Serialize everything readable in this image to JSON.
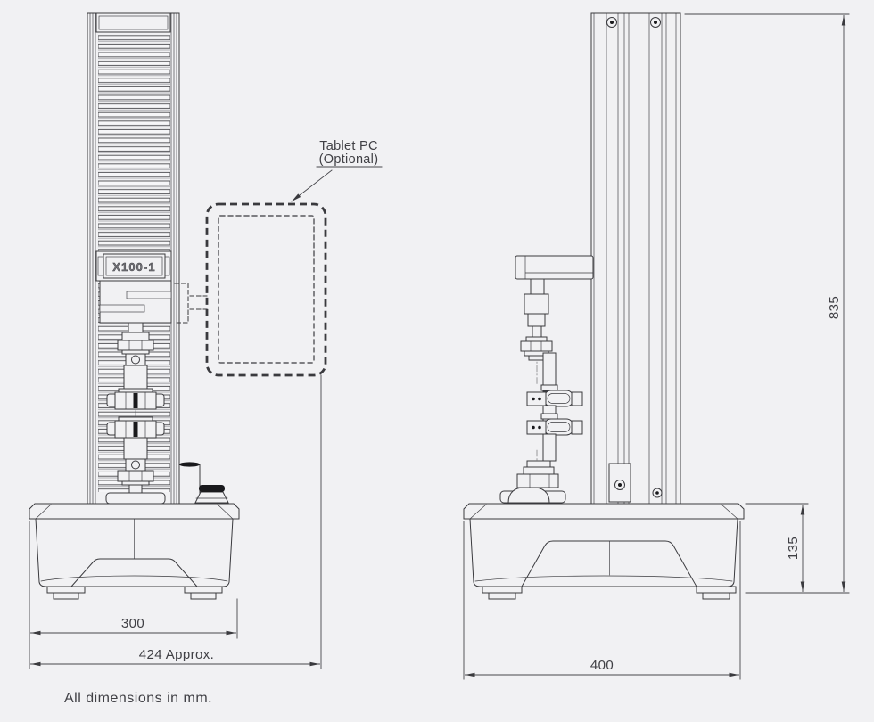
{
  "drawing": {
    "model_label": "X100-1",
    "tablet_label": {
      "line1": "Tablet PC",
      "line2": "(Optional)"
    },
    "note": "All dimensions in mm.",
    "dimensions": {
      "front_base_width": "300",
      "overall_width_approx": "424 Approx.",
      "side_base_width": "400",
      "overall_height": "835",
      "base_height": "135"
    },
    "colors": {
      "background": "#f1f1f3",
      "line": "#3a3a3e",
      "dark_fill": "#19191c"
    }
  }
}
